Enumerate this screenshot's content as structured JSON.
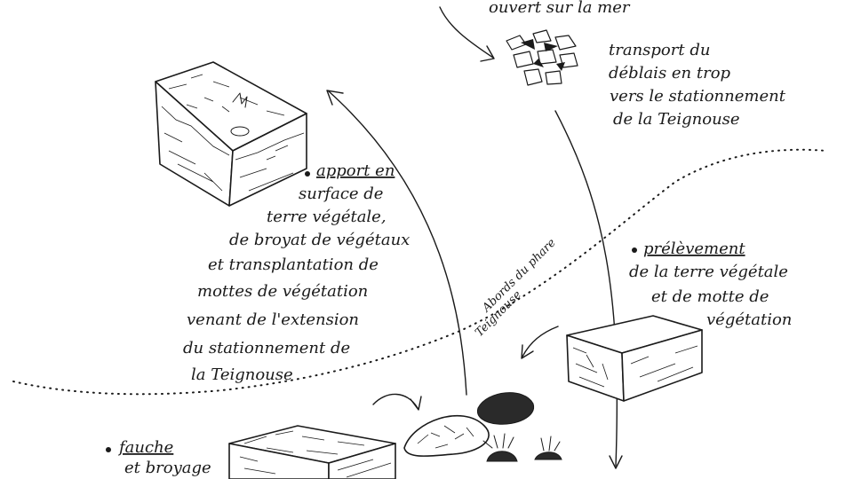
{
  "top_label": "ouvert sur la mer",
  "transport": [
    "transport du",
    "déblais en trop",
    "vers le stationnement",
    "de la Teignouse"
  ],
  "apport": [
    "apport en",
    "surface de",
    "terre végétale,",
    "de broyat de végétaux",
    "et transplantation de",
    "mottes de végétation",
    "venant de l'extension",
    "du stationnement de",
    "la Teignouse"
  ],
  "prelevement": [
    "prélèvement",
    "de la terre végétale",
    "et de motte de",
    "végétation"
  ],
  "zone_label": [
    "Abords du phare",
    "Teignouse"
  ],
  "fauche": [
    "fauche",
    "et broyage"
  ],
  "colors": {
    "ink": "#1a1a1a",
    "paper": "#ffffff"
  }
}
